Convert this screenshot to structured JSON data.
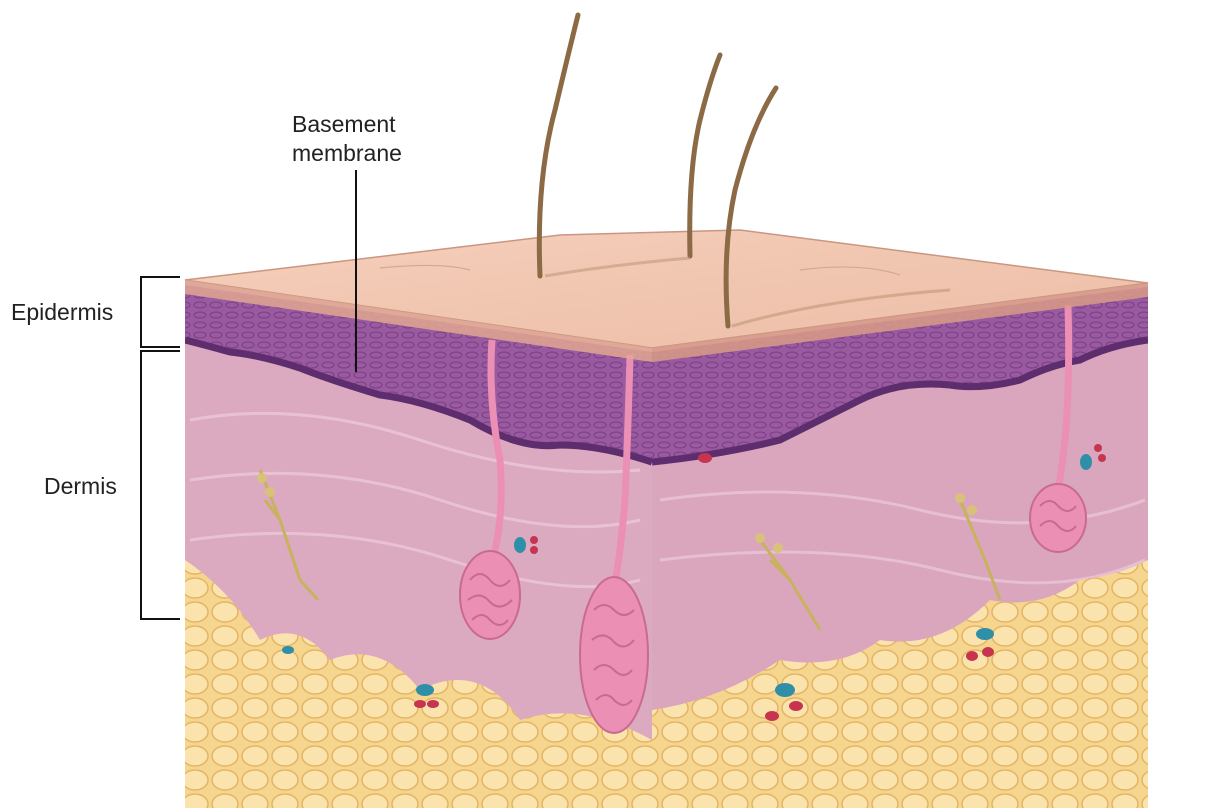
{
  "labels": {
    "basement_line1": "Basement",
    "basement_line2": "membrane",
    "epidermis": "Epidermis",
    "dermis": "Dermis"
  },
  "colors": {
    "background": "#ffffff",
    "skin_surface": "#f2c7b2",
    "epidermis": "#9a5aa0",
    "basement_membrane": "#5e2d6e",
    "dermis": "#dcaac0",
    "subcutaneous_fat": "#f6d58f",
    "sweat_gland": "#ec8fb4",
    "hair": "#8b6a45",
    "nerve": "#c9b25e",
    "vessel_blue": "#2f8fa8",
    "vessel_red": "#c63450"
  }
}
